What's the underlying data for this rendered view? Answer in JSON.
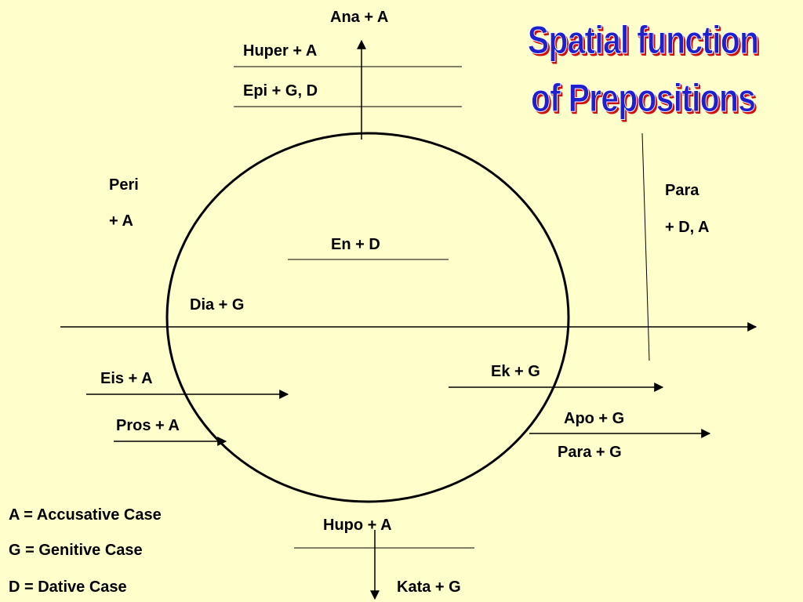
{
  "title": {
    "line1": "Spatial function",
    "line2": "of Prepositions"
  },
  "labels": {
    "ana": "Ana + A",
    "huper": "Huper + A",
    "epi": "Epi + G, D",
    "peri_1": "Peri",
    "peri_2": "+ A",
    "para_top_1": "Para",
    "para_top_2": "+ D, A",
    "en": "En + D",
    "dia": "Dia + G",
    "eis": "Eis + A",
    "ek": "Ek + G",
    "pros": "Pros + A",
    "apo": "Apo + G",
    "para_bottom": "Para + G",
    "hupo": "Hupo + A",
    "kata": "Kata + G"
  },
  "legend": [
    "A = Accusative Case",
    "G = Genitive Case",
    "D = Dative Case"
  ],
  "colors": {
    "background": "#FFFFCC",
    "title_fill": "#1F1FCC",
    "title_shadow": "#CC1111",
    "ink": "#000000"
  }
}
